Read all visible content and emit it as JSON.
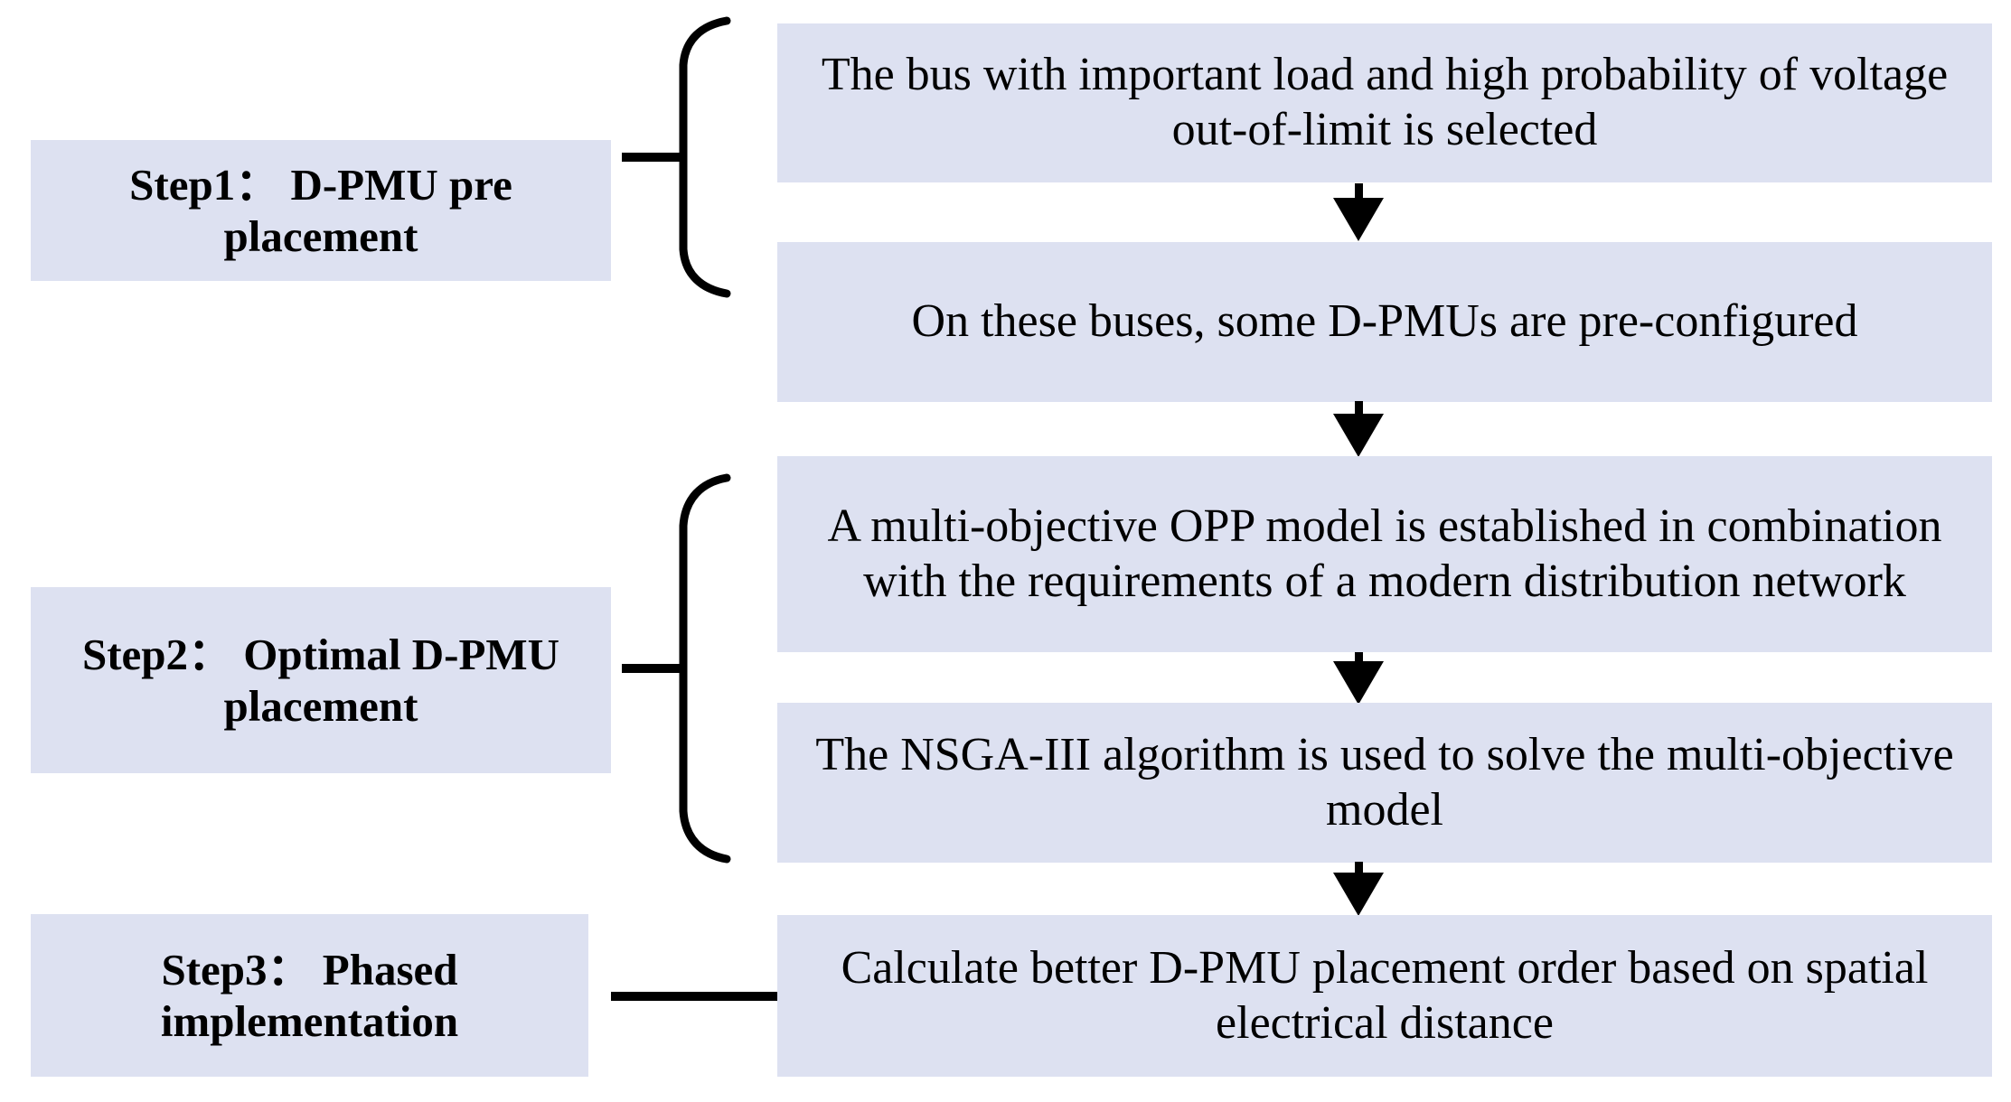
{
  "diagram": {
    "title": "D-PMU placement methodology flowchart",
    "fill_color": "#dde1f1",
    "line_color": "#000000",
    "background_color": "#ffffff"
  },
  "steps": [
    {
      "label": "Step1： D-PMU pre placement"
    },
    {
      "label": "Step2： Optimal D-PMU placement"
    },
    {
      "label": "Step3： Phased implementation"
    }
  ],
  "process_boxes": [
    {
      "text": "The bus with important load and high probability of voltage out-of-limit is selected"
    },
    {
      "text": "On these buses, some D-PMUs are pre-configured"
    },
    {
      "text": "A multi-objective OPP model is established in combination with the requirements of a modern distribution network"
    },
    {
      "text": "The NSGA-III algorithm is used to solve the multi-objective model"
    },
    {
      "text": "Calculate better D-PMU placement order based on spatial electrical distance"
    }
  ],
  "connectors": {
    "arrow_1_label": "down-arrow",
    "arrow_2_label": "down-arrow",
    "arrow_3_label": "down-arrow",
    "arrow_4_label": "down-arrow",
    "brace_1_label": "curly-brace-step1",
    "brace_2_label": "curly-brace-step2",
    "line_3_label": "straight-connector-step3"
  }
}
